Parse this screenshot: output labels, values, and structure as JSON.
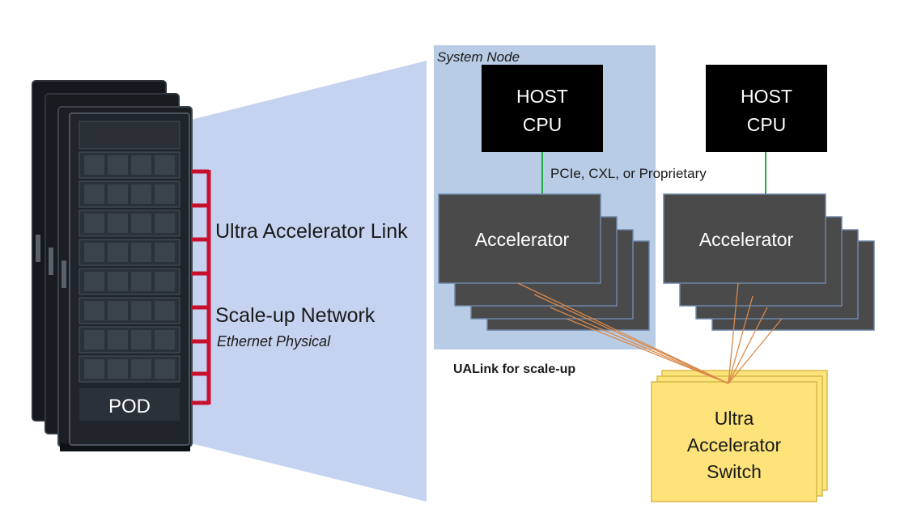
{
  "labels": {
    "pod": "POD",
    "link_title": "Ultra Accelerator Link",
    "network_title": "Scale-up Network",
    "network_subtitle": "Ethernet Physical",
    "system_node": "System Node",
    "host_cpu_line1": "HOST",
    "host_cpu_line2": "CPU",
    "host_link": "PCIe, CXL, or Proprietary",
    "accelerator": "Accelerator",
    "ualink_scaleup": "UALink for scale-up",
    "switch_line1": "Ultra",
    "switch_line2": "Accelerator",
    "switch_line3": "Switch"
  },
  "colors": {
    "rack": "#1b1f24",
    "rack_trim": "#3c444c",
    "link_red": "#c8102e",
    "cone_blue": "#c5d3f0",
    "node_blue": "#b8cce6",
    "cpu_black": "#000000",
    "accelerator_gray": "#4a4a4a",
    "accelerator_edge": "#6e86a8",
    "pcie_green": "#22aa44",
    "ualink_orange": "#d9894a",
    "switch_yellow": "#fde37a",
    "switch_edge": "#d6b94a"
  },
  "icons": {
    "rack": "server-rack-icon"
  }
}
